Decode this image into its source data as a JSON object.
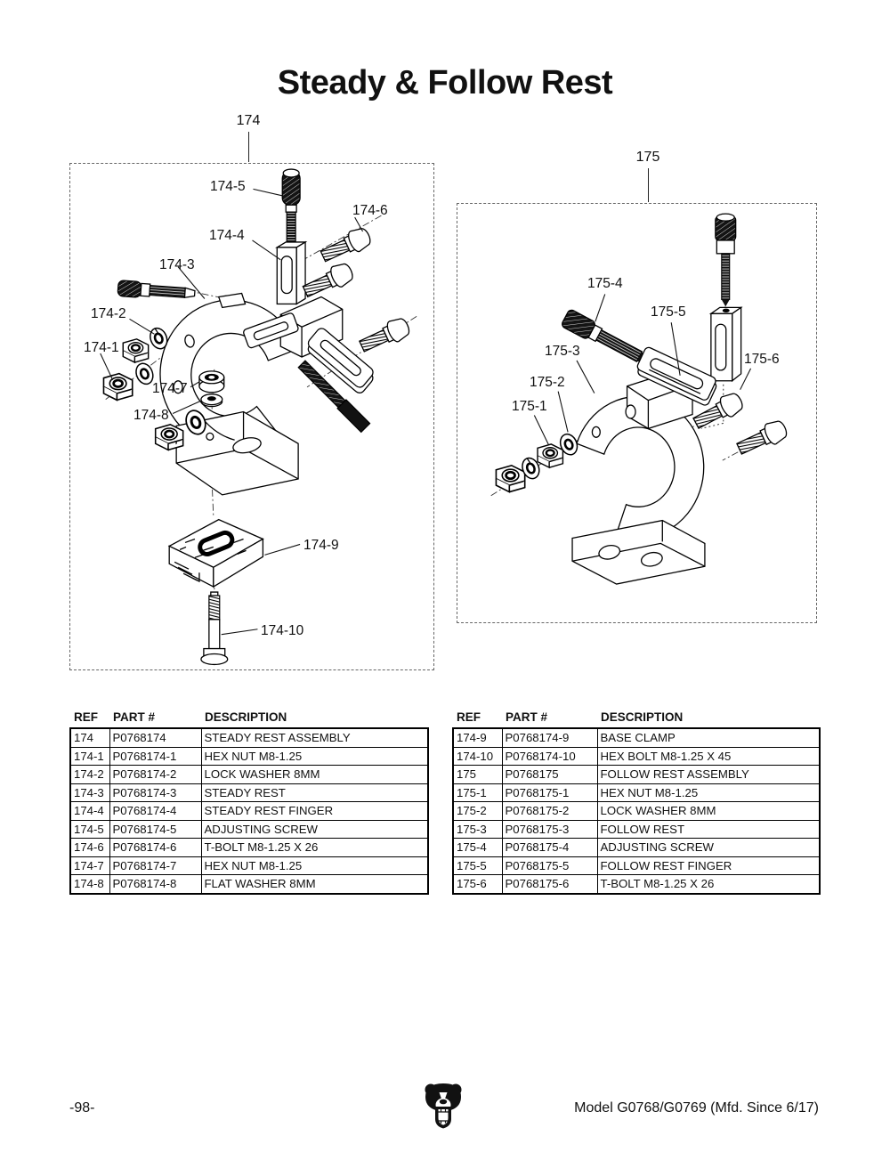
{
  "title": "Steady & Follow Rest",
  "diagrams": {
    "steady": {
      "assembly_ref": "174",
      "callouts": [
        "174-5",
        "174-6",
        "174-4",
        "174-3",
        "174-2",
        "174-1",
        "174-7",
        "174-8",
        "174-9",
        "174-10"
      ]
    },
    "follow": {
      "assembly_ref": "175",
      "callouts": [
        "175-4",
        "175-5",
        "175-3",
        "175-2",
        "175-1",
        "175-6"
      ]
    }
  },
  "tables": {
    "left": {
      "headers": [
        "REF",
        "PART #",
        "DESCRIPTION"
      ],
      "rows": [
        {
          "ref": "174",
          "part": "P0768174",
          "desc": "STEADY REST ASSEMBLY"
        },
        {
          "ref": "174-1",
          "part": "P0768174-1",
          "desc": "HEX NUT M8-1.25"
        },
        {
          "ref": "174-2",
          "part": "P0768174-2",
          "desc": "LOCK WASHER 8MM"
        },
        {
          "ref": "174-3",
          "part": "P0768174-3",
          "desc": "STEADY REST"
        },
        {
          "ref": "174-4",
          "part": "P0768174-4",
          "desc": "STEADY REST FINGER"
        },
        {
          "ref": "174-5",
          "part": "P0768174-5",
          "desc": "ADJUSTING SCREW"
        },
        {
          "ref": "174-6",
          "part": "P0768174-6",
          "desc": "T-BOLT M8-1.25 X 26"
        },
        {
          "ref": "174-7",
          "part": "P0768174-7",
          "desc": "HEX NUT M8-1.25"
        },
        {
          "ref": "174-8",
          "part": "P0768174-8",
          "desc": "FLAT WASHER 8MM"
        }
      ]
    },
    "right": {
      "headers": [
        "REF",
        "PART #",
        "DESCRIPTION"
      ],
      "rows": [
        {
          "ref": "174-9",
          "part": "P0768174-9",
          "desc": "BASE CLAMP"
        },
        {
          "ref": "174-10",
          "part": "P0768174-10",
          "desc": "HEX BOLT M8-1.25 X 45"
        },
        {
          "ref": "175",
          "part": "P0768175",
          "desc": "FOLLOW REST ASSEMBLY"
        },
        {
          "ref": "175-1",
          "part": "P0768175-1",
          "desc": "HEX NUT M8-1.25"
        },
        {
          "ref": "175-2",
          "part": "P0768175-2",
          "desc": "LOCK WASHER 8MM"
        },
        {
          "ref": "175-3",
          "part": "P0768175-3",
          "desc": "FOLLOW REST"
        },
        {
          "ref": "175-4",
          "part": "P0768175-4",
          "desc": "ADJUSTING SCREW"
        },
        {
          "ref": "175-5",
          "part": "P0768175-5",
          "desc": "FOLLOW REST FINGER"
        },
        {
          "ref": "175-6",
          "part": "P0768175-6",
          "desc": "T-BOLT M8-1.25 X 26"
        }
      ]
    }
  },
  "footer": {
    "page_number": "-98-",
    "model_text": "Model G0768/G0769 (Mfd. Since 6/17)",
    "logo_icon": "grizzly-bear-icon"
  }
}
